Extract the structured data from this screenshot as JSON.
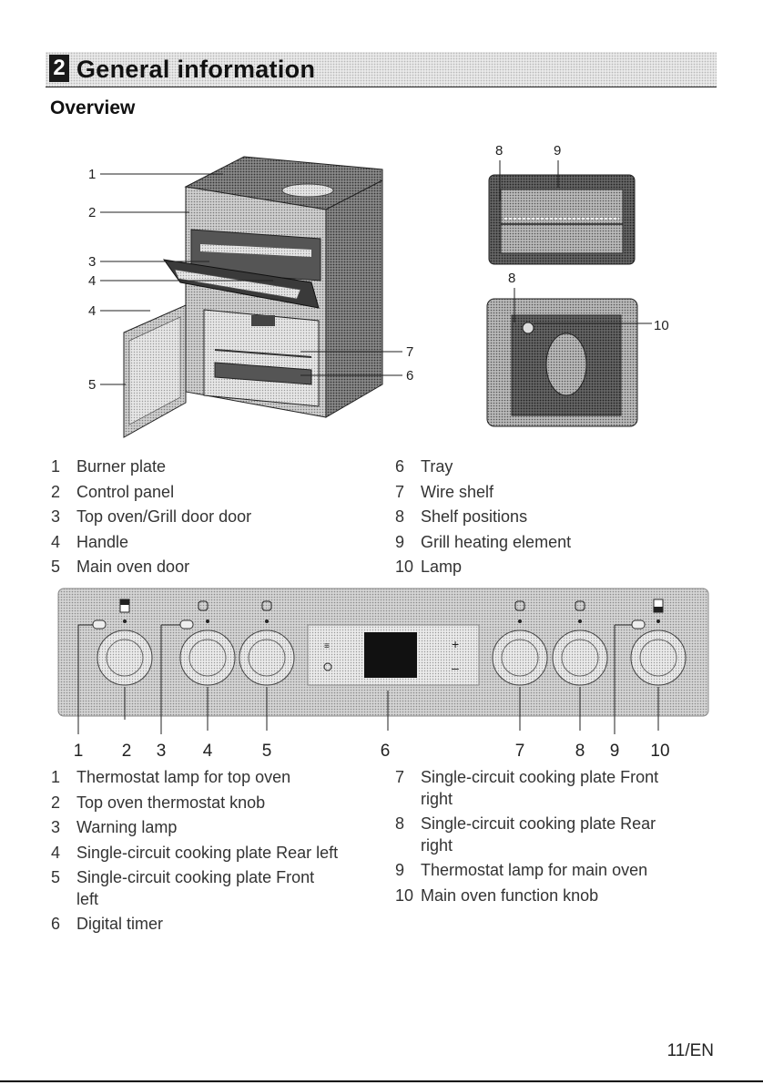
{
  "section": {
    "number": "2",
    "title": "General information"
  },
  "subtitle": "Overview",
  "cooker_callouts": [
    "1",
    "2",
    "3",
    "4",
    "4",
    "5",
    "7",
    "6"
  ],
  "interior_callouts": [
    "8",
    "9",
    "8",
    "10"
  ],
  "parts_list_left": [
    {
      "num": "1",
      "label": "Burner plate"
    },
    {
      "num": "2",
      "label": "Control panel"
    },
    {
      "num": "3",
      "label": "Top oven/Grill door door"
    },
    {
      "num": "4",
      "label": "Handle"
    },
    {
      "num": "5",
      "label": "Main oven door"
    }
  ],
  "parts_list_right": [
    {
      "num": "6",
      "label": "Tray"
    },
    {
      "num": "7",
      "label": "Wire shelf"
    },
    {
      "num": "8",
      "label": "Shelf positions"
    },
    {
      "num": "9",
      "label": "Grill heating element"
    },
    {
      "num": "10",
      "label": "Lamp"
    }
  ],
  "panel_callouts": [
    "1",
    "2",
    "3",
    "4",
    "5",
    "6",
    "7",
    "8",
    "9",
    "10"
  ],
  "panel_timer": {
    "plus": "+",
    "minus": "–"
  },
  "controls_list_left": [
    {
      "num": "1",
      "label": "Thermostat lamp for top oven"
    },
    {
      "num": "2",
      "label": "Top oven thermostat knob"
    },
    {
      "num": "3",
      "label": "Warning lamp"
    },
    {
      "num": "4",
      "label": "Single-circuit cooking plate Rear left"
    },
    {
      "num": "5",
      "label": "Single-circuit cooking plate Front left"
    },
    {
      "num": "6",
      "label": "Digital timer"
    }
  ],
  "controls_list_right": [
    {
      "num": "7",
      "label": "Single-circuit cooking plate Front right"
    },
    {
      "num": "8",
      "label": "Single-circuit cooking plate Rear right"
    },
    {
      "num": "9",
      "label": "Thermostat lamp for main oven"
    },
    {
      "num": "10",
      "label": "Main oven function knob"
    }
  ],
  "page_number": "11/EN"
}
